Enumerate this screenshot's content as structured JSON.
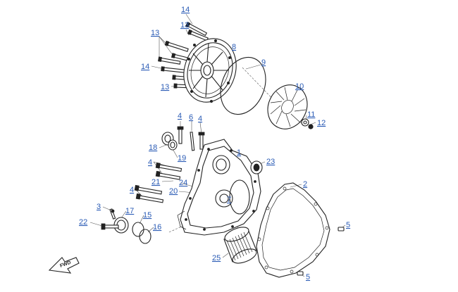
{
  "diagram": {
    "callouts": [
      {
        "id": "c14a",
        "text": "14"
      },
      {
        "id": "c13a",
        "text": "13"
      },
      {
        "id": "c13b",
        "text": "13"
      },
      {
        "id": "c8",
        "text": "8"
      },
      {
        "id": "c9",
        "text": "9"
      },
      {
        "id": "c14b",
        "text": "14"
      },
      {
        "id": "c13c",
        "text": "13"
      },
      {
        "id": "c10",
        "text": "10"
      },
      {
        "id": "c11",
        "text": "11"
      },
      {
        "id": "c12",
        "text": "12"
      },
      {
        "id": "c4a",
        "text": "4"
      },
      {
        "id": "c6",
        "text": "6"
      },
      {
        "id": "c4b",
        "text": "4"
      },
      {
        "id": "c18",
        "text": "18"
      },
      {
        "id": "c19",
        "text": "19"
      },
      {
        "id": "c1",
        "text": "1"
      },
      {
        "id": "c23",
        "text": "23"
      },
      {
        "id": "c4c",
        "text": "4"
      },
      {
        "id": "c21",
        "text": "21"
      },
      {
        "id": "c24",
        "text": "24"
      },
      {
        "id": "c20",
        "text": "20"
      },
      {
        "id": "c2",
        "text": "2"
      },
      {
        "id": "c4d",
        "text": "4"
      },
      {
        "id": "c7",
        "text": "7"
      },
      {
        "id": "c3",
        "text": "3"
      },
      {
        "id": "c17",
        "text": "17"
      },
      {
        "id": "c15",
        "text": "15"
      },
      {
        "id": "c22",
        "text": "22"
      },
      {
        "id": "c16",
        "text": "16"
      },
      {
        "id": "c5a",
        "text": "5"
      },
      {
        "id": "c25",
        "text": "25"
      },
      {
        "id": "c5b",
        "text": "5"
      }
    ],
    "direction_badge": "FWD"
  }
}
